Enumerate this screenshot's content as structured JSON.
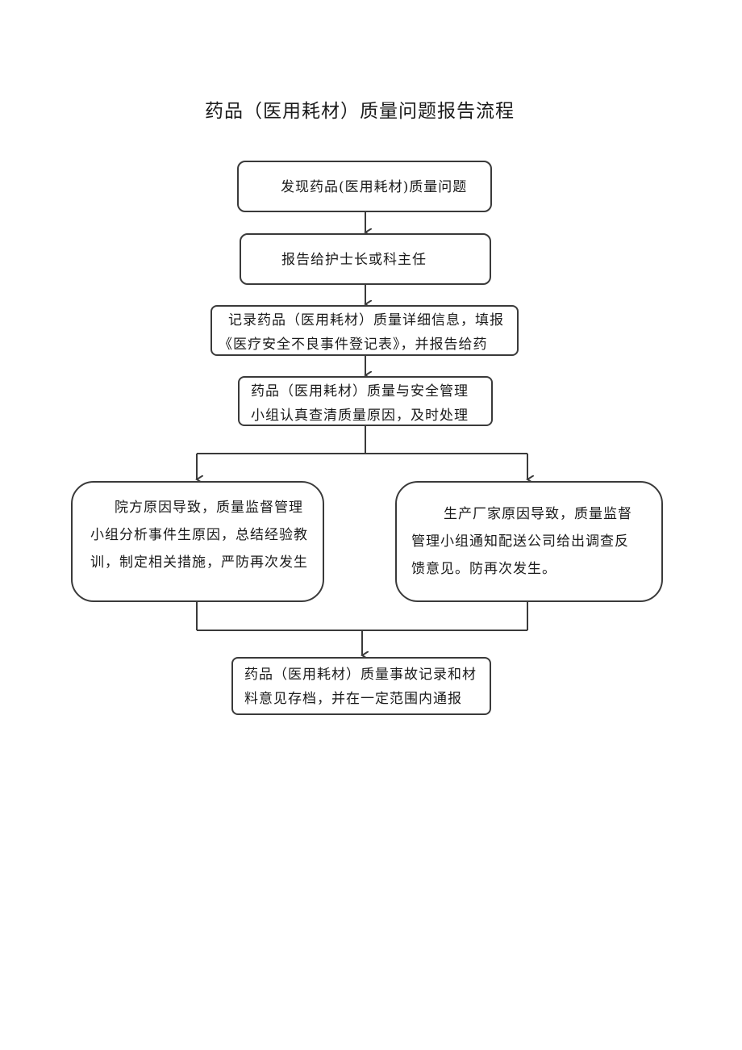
{
  "title": "药品（医用耗材）质量问题报告流程",
  "nodes": {
    "discover": [
      "发现药品(医用耗材)质量问题"
    ],
    "report_head": [
      "报告给护士长或科主任"
    ],
    "record": [
      "记录药品（医用耗材）质量详细信息，填报",
      "《医疗安全不良事件登记表》，并报告给药"
    ],
    "investigate": [
      "药品（医用耗材）质量与安全管理",
      "小组认真查清质量原因，及时处理"
    ],
    "hospital_cause": [
      "院方原因导致，质量监督管理",
      "小组分析事件生原因，总结经验教",
      "训，制定相关措施，严防再次发生"
    ],
    "manufacturer_cause": [
      "生产厂家原因导致，质量监督",
      "管理小组通知配送公司给出调查反",
      "馈意见。防再次发生。"
    ],
    "archive": [
      "药品（医用耗材）质量事故记录和材",
      "料意见存档，并在一定范围内通报"
    ]
  },
  "colors": {
    "stroke": "#3a3a3a",
    "text": "#1a1a1a",
    "background": "#ffffff"
  }
}
